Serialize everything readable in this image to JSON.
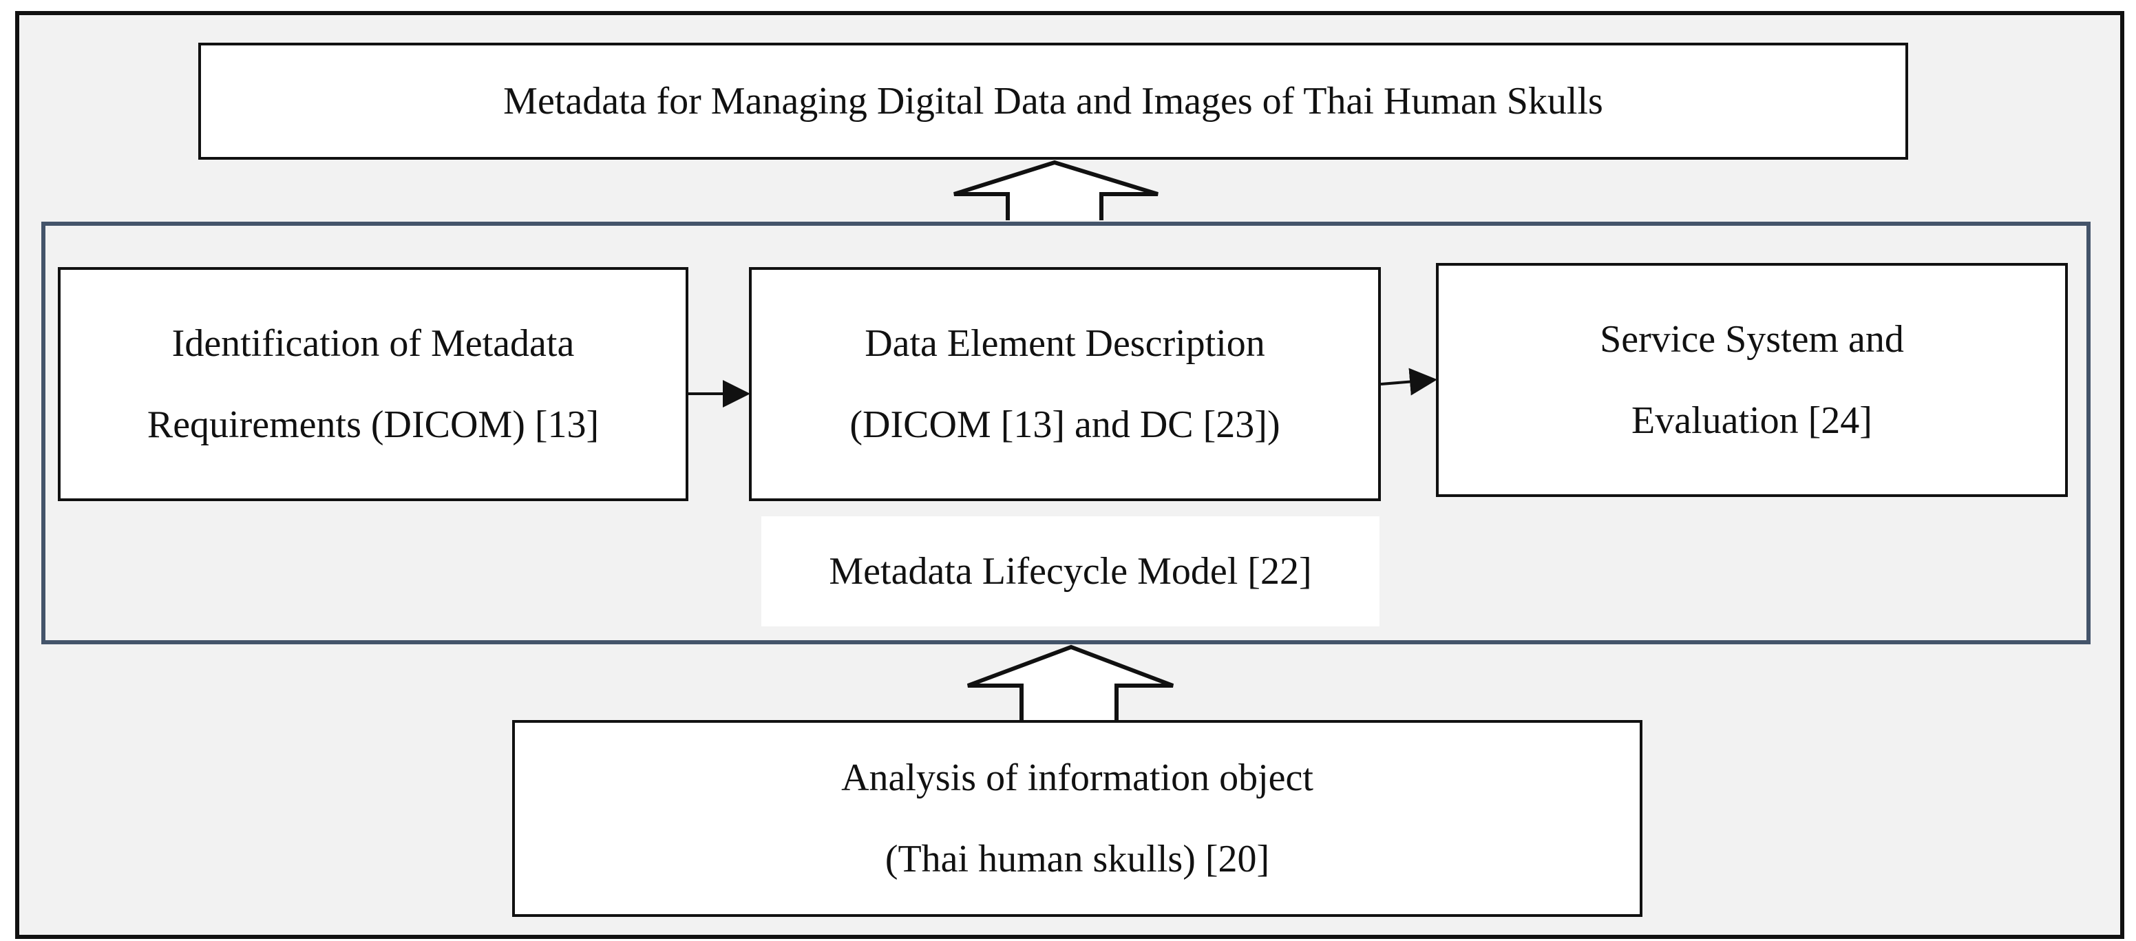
{
  "diagram": {
    "output_box": {
      "text": "Metadata for Managing Digital Data and Images of Thai Human Skulls"
    },
    "lifecycle": {
      "label": "Metadata Lifecycle Model [22]",
      "steps": [
        {
          "line1": "Identification of Metadata",
          "line2": "Requirements (DICOM) [13]"
        },
        {
          "line1": "Data Element Description",
          "line2": "(DICOM [13] and DC [23])"
        },
        {
          "line1": "Service System and",
          "line2": "Evaluation [24]"
        }
      ]
    },
    "input_box": {
      "line1": "Analysis of information object",
      "line2": "(Thai human skulls) [20]"
    }
  }
}
